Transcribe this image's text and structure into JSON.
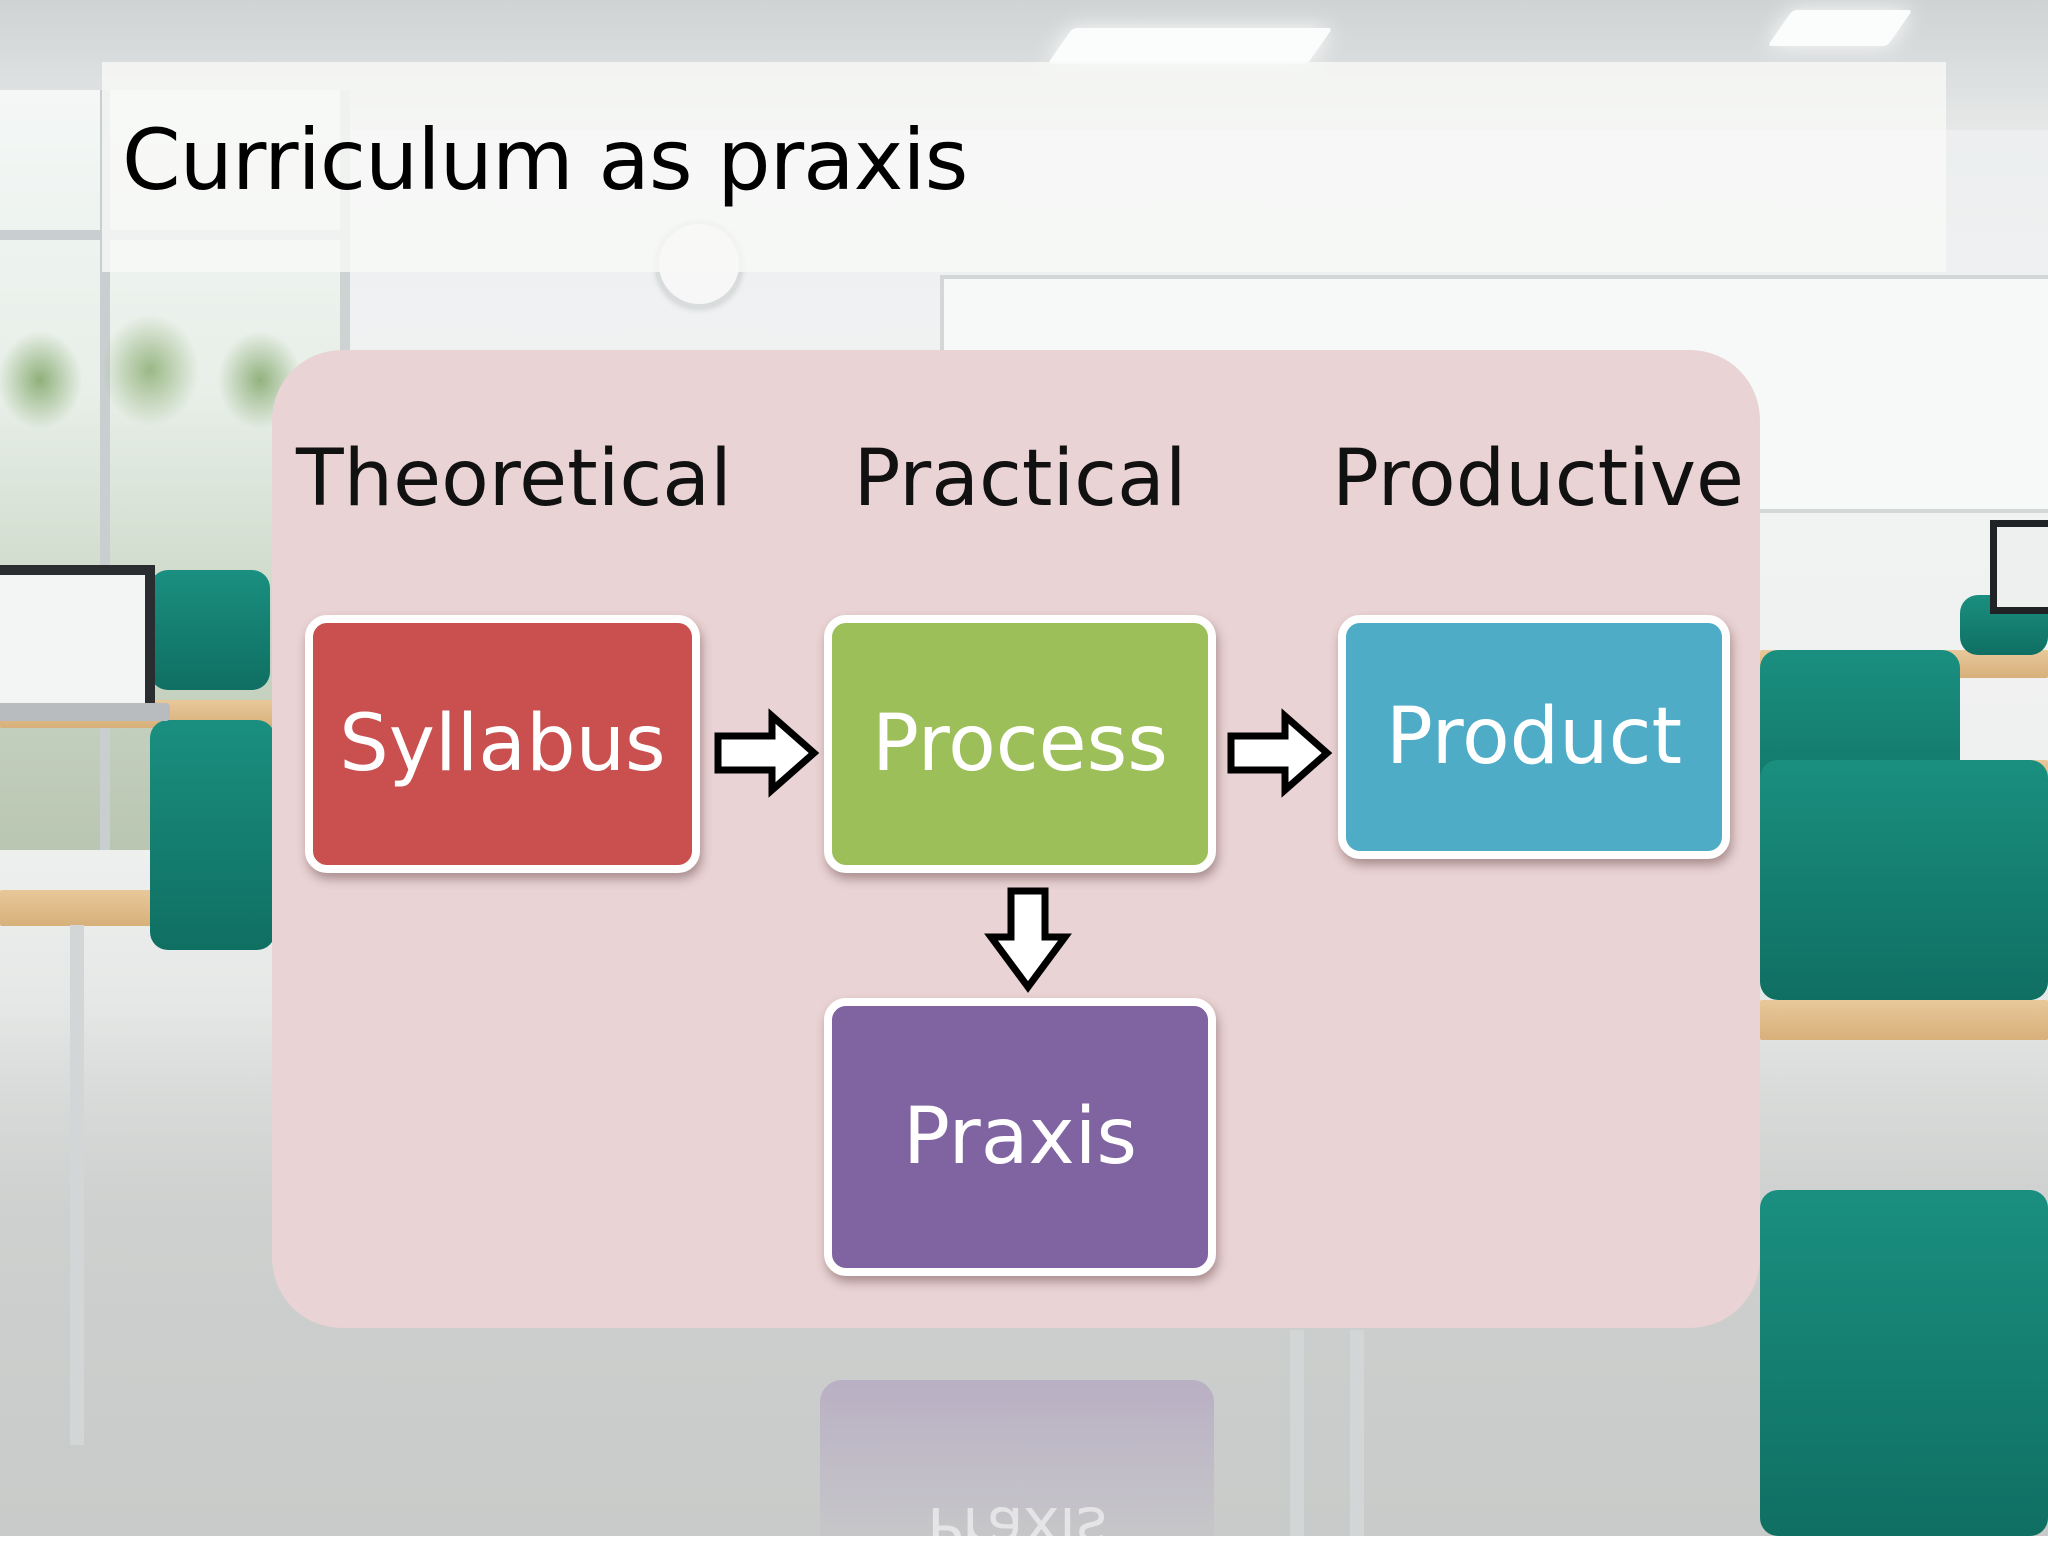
{
  "slide": {
    "title": "Curriculum as praxis"
  },
  "diagram": {
    "headers": {
      "theoretical": "Theoretical",
      "practical": "Practical",
      "productive": "Productive"
    },
    "nodes": {
      "syllabus": {
        "label": "Syllabus",
        "color": "#c9504f"
      },
      "process": {
        "label": "Process",
        "color": "#9dbf59"
      },
      "product": {
        "label": "Product",
        "color": "#4eacc6"
      },
      "praxis": {
        "label": "Praxis",
        "color": "#8064a2"
      }
    },
    "arrows": [
      "syllabus-to-process",
      "process-to-product",
      "process-to-praxis"
    ],
    "panel_color": "#ead3d4"
  }
}
